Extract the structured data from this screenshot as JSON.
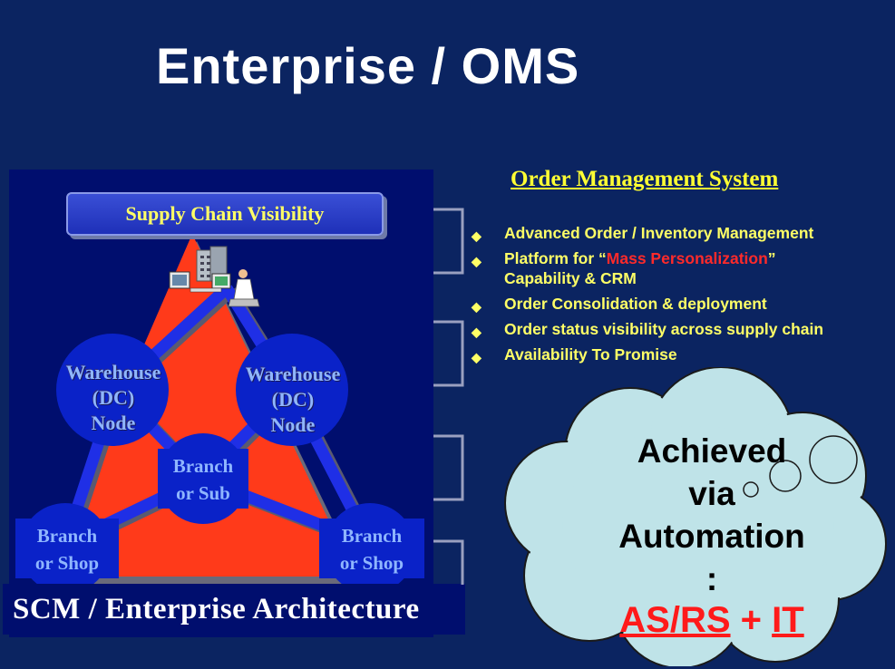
{
  "title": "Enterprise / OMS",
  "diagram": {
    "header_box": "Supply Chain Visibility",
    "warehouse_left": [
      "Warehouse",
      "(DC)",
      "Node"
    ],
    "warehouse_right": [
      "Warehouse",
      "(DC)",
      "Node"
    ],
    "branch_sub": [
      "Branch",
      "or Sub"
    ],
    "branch_shop_left": [
      "Branch",
      "or Shop"
    ],
    "branch_shop_right": [
      "Branch",
      "or Shop"
    ],
    "footer": "SCM / Enterprise Architecture"
  },
  "oms": {
    "heading": "Order Management System",
    "bullets": [
      "Advanced Order / Inventory Management",
      "Capability & CRM",
      "Order Consolidation & deployment",
      "Order status visibility across supply chain",
      "Availability To Promise"
    ],
    "bullet_2_prefix": "Platform for “",
    "bullet_2_highlight": "Mass Personalization",
    "bullet_2_suffix": "”"
  },
  "cloud": {
    "lines": [
      "Achieved",
      "via",
      "Automation",
      ":"
    ],
    "accent_left": "AS/RS",
    "accent_plus": " + ",
    "accent_right": "IT"
  },
  "colors": {
    "background": "#0b2461",
    "panel": "#000e6e",
    "triangle": "#ff3a1a",
    "link": "#1f2fe6",
    "node": "#0a22c8",
    "heading": "#ffff33",
    "highlight": "#ff2a2a",
    "cloud": "#bfe3e8"
  },
  "icons": [
    "server-icon",
    "computer-icon",
    "person-at-desk-icon",
    "diamond-bullet-icon"
  ]
}
